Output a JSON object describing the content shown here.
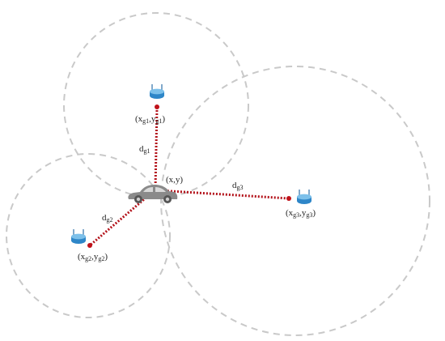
{
  "colors": {
    "coverage_circle": "#c9c9c9",
    "distance_line": "#b3121a",
    "anchor_dot": "#c0121a",
    "router_body": "#2e86c8",
    "router_top": "#7cc0ea",
    "car_body": "#8a8a8a"
  },
  "vehicle": {
    "icon": "car-icon",
    "label": "(x,y)"
  },
  "gateways": [
    {
      "icon": "router-icon",
      "label_x": "x",
      "label_x_sub": "g1",
      "label_y": "y",
      "label_y_sub": "g1",
      "distance_main": "d",
      "distance_sub": "g1"
    },
    {
      "icon": "router-icon",
      "label_x": "x",
      "label_x_sub": "g2",
      "label_y": "y",
      "label_y_sub": "g2",
      "distance_main": "d",
      "distance_sub": "g2"
    },
    {
      "icon": "router-icon",
      "label_x": "x",
      "label_x_sub": "g3",
      "label_y": "y",
      "label_y_sub": "g3",
      "distance_main": "d",
      "distance_sub": "g3"
    }
  ]
}
